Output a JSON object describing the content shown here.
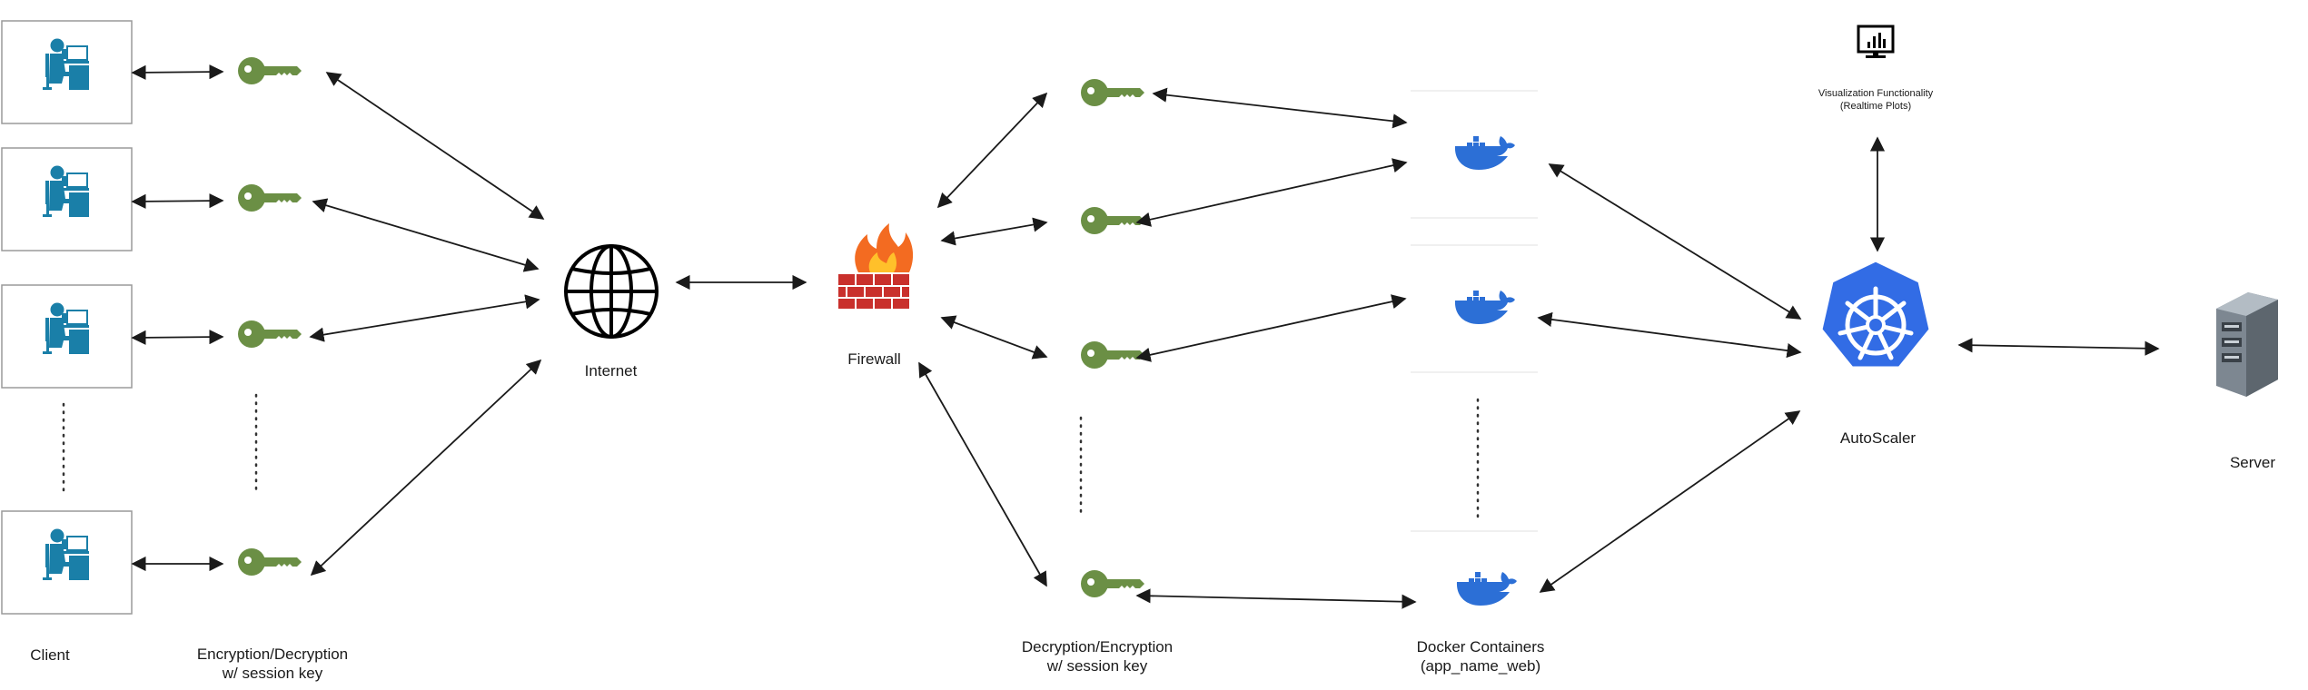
{
  "labels": {
    "client": "Client",
    "encryption": [
      "Encryption/Decryption",
      "w/ session key"
    ],
    "internet": "Internet",
    "firewall": "Firewall",
    "decryption": [
      "Decryption/Encryption",
      "w/ session key"
    ],
    "docker": [
      "Docker Containers",
      "(app_name_web)"
    ],
    "autoscaler": "AutoScaler",
    "visualization": [
      "Visualization Functionality",
      "(Realtime Plots)"
    ],
    "server": "Server"
  },
  "icons": {
    "client": "person-at-computer-icon",
    "key": "key-icon",
    "internet": "globe-icon",
    "firewall": "firewall-icon",
    "docker": "docker-whale-icon",
    "autoscaler": "kubernetes-helm-icon",
    "visualization": "monitor-chart-icon",
    "server": "server-tower-icon"
  },
  "colors": {
    "client_icon": "#1a7fa8",
    "key": "#6b8f45",
    "docker": "#2c6fd6",
    "kubernetes": "#326ce5",
    "firewall_brick": "#c9302c",
    "flame": "#f36b21",
    "arrow": "#1a1a1a",
    "box_border": "#9a9a9a"
  }
}
